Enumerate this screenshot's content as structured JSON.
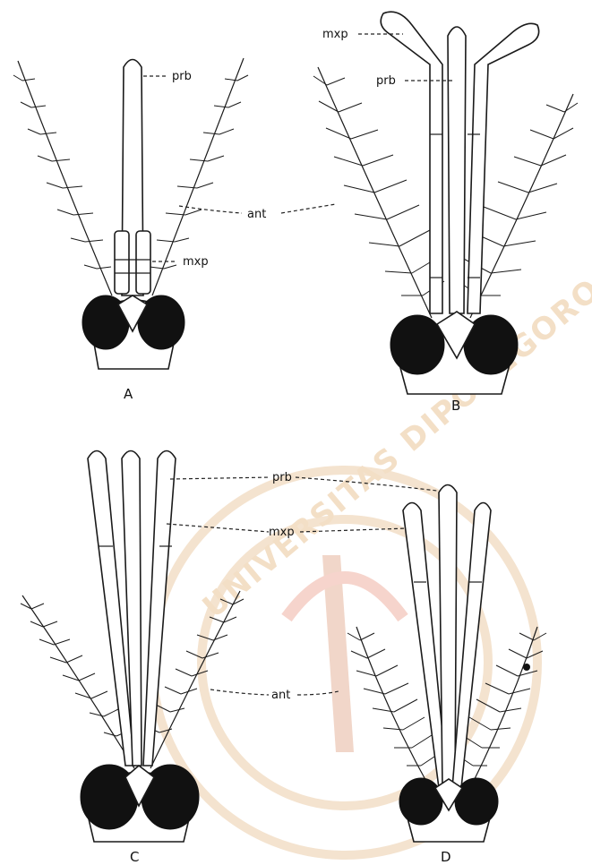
{
  "labels": {
    "prb": "prb",
    "mxp": "mxp",
    "ant": "ant"
  },
  "panels": {
    "a": "A",
    "b": "B",
    "c": "C",
    "d": "D"
  },
  "watermark": {
    "text": "UNIVERSITAS DIPONEGORO"
  },
  "colors": {
    "ink": "#111111",
    "watermark": "#f3dfc6"
  }
}
